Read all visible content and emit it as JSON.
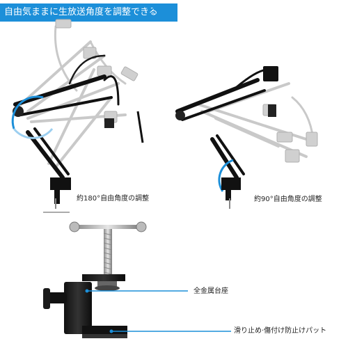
{
  "banner": {
    "text": "自由気ままに生放送角度を調整できる",
    "color": "#1c8fd9",
    "icon": "double-chevron-right"
  },
  "captions": {
    "rotation_180": "約180°自由角度の調整",
    "rotation_90": "約90°自由角度の調整",
    "full_metal_base": "全金属台座",
    "anti_slip_pad": "滑り止め·傷付け防止けパット"
  },
  "accent_color": "#1c8fd9"
}
